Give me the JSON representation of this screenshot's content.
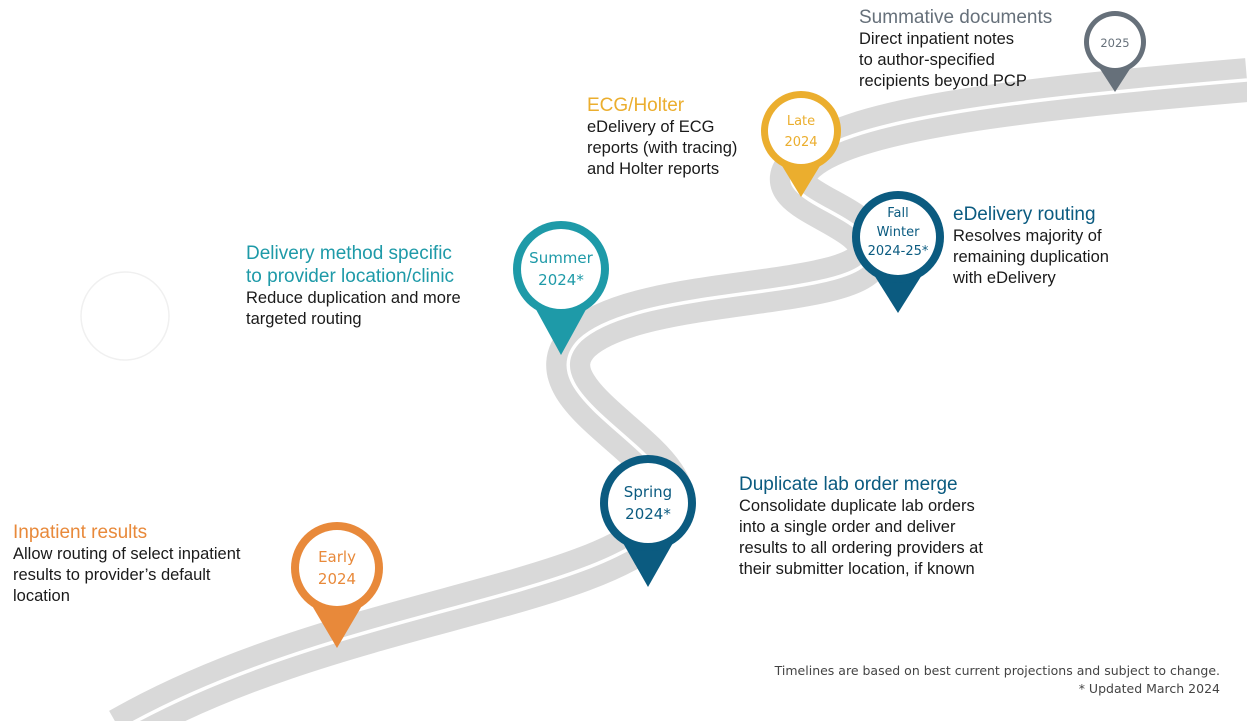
{
  "colors": {
    "orange": "#E8893A",
    "teal": "#1E9AA8",
    "navy": "#0B5B80",
    "gold": "#EBAE2E",
    "slate": "#66707A",
    "road": "#D9D9D9"
  },
  "pins": [
    {
      "key": "early",
      "line1": "Early",
      "line2": "2024",
      "color": "#E8893A"
    },
    {
      "key": "spring",
      "line1": "Spring",
      "line2": "2024*",
      "color": "#0B5B80"
    },
    {
      "key": "summer",
      "line1": "Summer",
      "line2": "2024*",
      "color": "#1E9AA8"
    },
    {
      "key": "fall",
      "line1": "Fall",
      "line2": "Winter",
      "line3": "2024-25*",
      "color": "#0B5B80"
    },
    {
      "key": "late",
      "line1": "Late",
      "line2": "2024",
      "color": "#EBAE2E"
    },
    {
      "key": "y2025",
      "line1": "2025",
      "color": "#66707A"
    }
  ],
  "milestones": {
    "inpatient": {
      "title": "Inpatient results",
      "desc": [
        "Allow routing of select inpatient",
        "results to provider’s default",
        "location"
      ]
    },
    "delivery": {
      "title": [
        "Delivery method specific",
        "to provider location/clinic"
      ],
      "desc": [
        "Reduce duplication and more",
        "targeted routing"
      ]
    },
    "duplicate": {
      "title": "Duplicate lab order merge",
      "desc": [
        "Consolidate duplicate lab orders",
        "into a single order and deliver",
        "results to all ordering providers at",
        "their submitter location, if known"
      ]
    },
    "ecg": {
      "title": "ECG/Holter",
      "desc": [
        "eDelivery of ECG",
        "reports (with tracing)",
        "and Holter reports"
      ]
    },
    "routing": {
      "title": "eDelivery routing",
      "desc": [
        "Resolves majority of",
        "remaining duplication",
        "with eDelivery"
      ]
    },
    "summative": {
      "title": "Summative documents",
      "desc": [
        "Direct inpatient notes",
        "to author-specified",
        "recipients beyond PCP"
      ]
    }
  },
  "footnote": {
    "line1": "Timelines are based on best current projections and subject to change.",
    "line2": "* Updated March 2024"
  }
}
